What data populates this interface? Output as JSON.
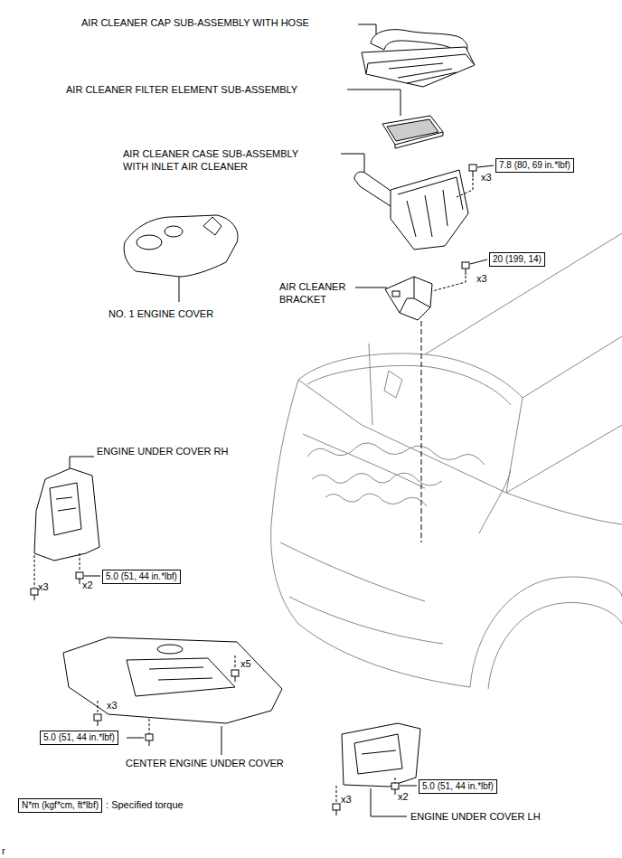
{
  "diagram": {
    "nodes": [
      {
        "text": [
          "7.8 (80, 69 in.*lbf)"
        ]
      },
      {
        "text": [
          "20 (199, 14)"
        ]
      },
      {
        "text": [
          "5.0 (51, 44 in.*lbf)"
        ]
      },
      {
        "text": [
          "5.0 (51, 44 in.*lbf)"
        ]
      },
      {
        "text": [
          "5.0 (51, 44 in.*lbf)"
        ]
      },
      {
        "text": [
          "N*m (kgf*cm, ft*lbf)",
          ": Specified torque"
        ]
      }
    ],
    "labels": [
      "AIR CLEANER CAP SUB-ASSEMBLY WITH HOSE",
      "AIR CLEANER FILTER ELEMENT SUB-ASSEMBLY",
      "AIR CLEANER CASE SUB-ASSEMBLY WITH INLET AIR CLEANER",
      "x3",
      "x3",
      "NO. 1 ENGINE COVER",
      "AIR CLEANER BRACKET",
      "ENGINE UNDER COVER RH",
      "x3",
      "x2",
      "x5",
      "x3",
      "CENTER ENGINE UNDER COVER",
      "x2",
      "x3",
      "ENGINE UNDER COVER LH",
      "r"
    ]
  }
}
